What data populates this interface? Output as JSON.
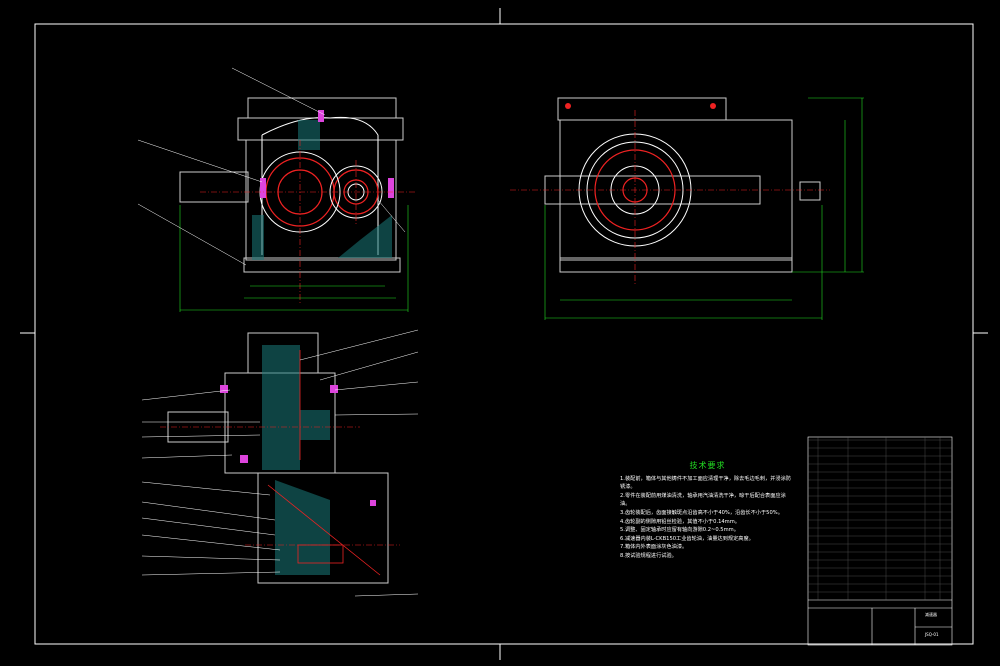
{
  "drawing": {
    "notes_title": "技术要求",
    "notes": [
      "1.装配前，箱体与其他铸件不加工面应清理干净，除去毛边毛刺，并浸涂防锈漆。",
      "2.零件在装配前用煤油清洗，轴承用汽油清洗干净，晾干后配合表面应涂油。",
      "3.齿轮装配后，齿面接触斑点沿齿高不小于40%，沿齿长不小于50%。",
      "4.齿轮副的侧隙用铅丝检验，其值不小于0.14mm。",
      "5.调整、固定轴承时应留有轴向游隙0.2~0.5mm。",
      "6.减速器内装L-CKB150工业齿轮油，油量达到规定高度。",
      "7.箱体内外表面涂灰色油漆。",
      "8.按试验规程进行试验。"
    ],
    "title_block": {
      "name": "减速器",
      "drawing_no": "JSQ-01"
    }
  }
}
